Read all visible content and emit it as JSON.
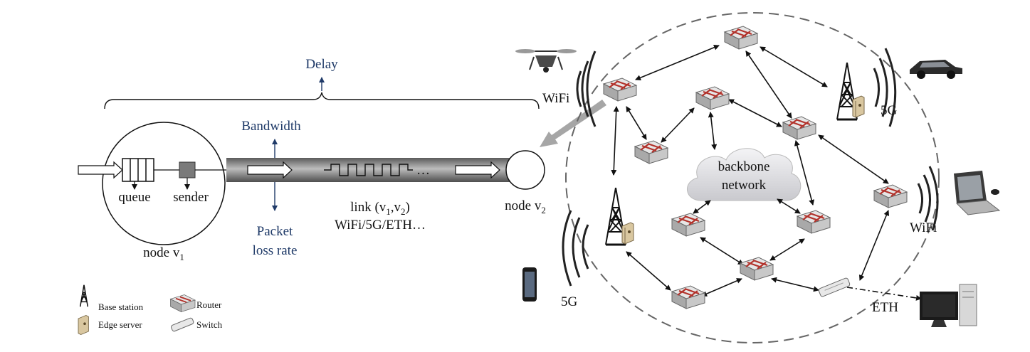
{
  "metrics": {
    "delay": "Delay",
    "bandwidth": "Bandwidth",
    "packet_loss_line1": "Packet",
    "packet_loss_line2": "loss rate"
  },
  "node1": {
    "label": "node v",
    "subscript": "1",
    "queue": "queue",
    "sender": "sender"
  },
  "node2": {
    "label": "node v",
    "subscript": "2"
  },
  "link": {
    "line1_prefix": "link (v",
    "sub1": "1",
    "comma": ",v",
    "sub2": "2",
    "close": ")",
    "line2": "WiFi/5G/ETH…",
    "ellipsis": "…"
  },
  "network": {
    "backbone_line1": "backbone",
    "backbone_line2": "network",
    "wifi_left": "WiFi",
    "wifi_right": "WiFi",
    "g5_top": "5G",
    "g5_bottom": "5G",
    "eth": "ETH"
  },
  "legend": {
    "base_station": "Base station",
    "edge_server": "Edge server",
    "router": "Router",
    "switch": "Switch"
  },
  "colors": {
    "metric_text": "#1f3a68",
    "link_pipe": "#8a8a8a",
    "router_red": "#b2322b"
  }
}
